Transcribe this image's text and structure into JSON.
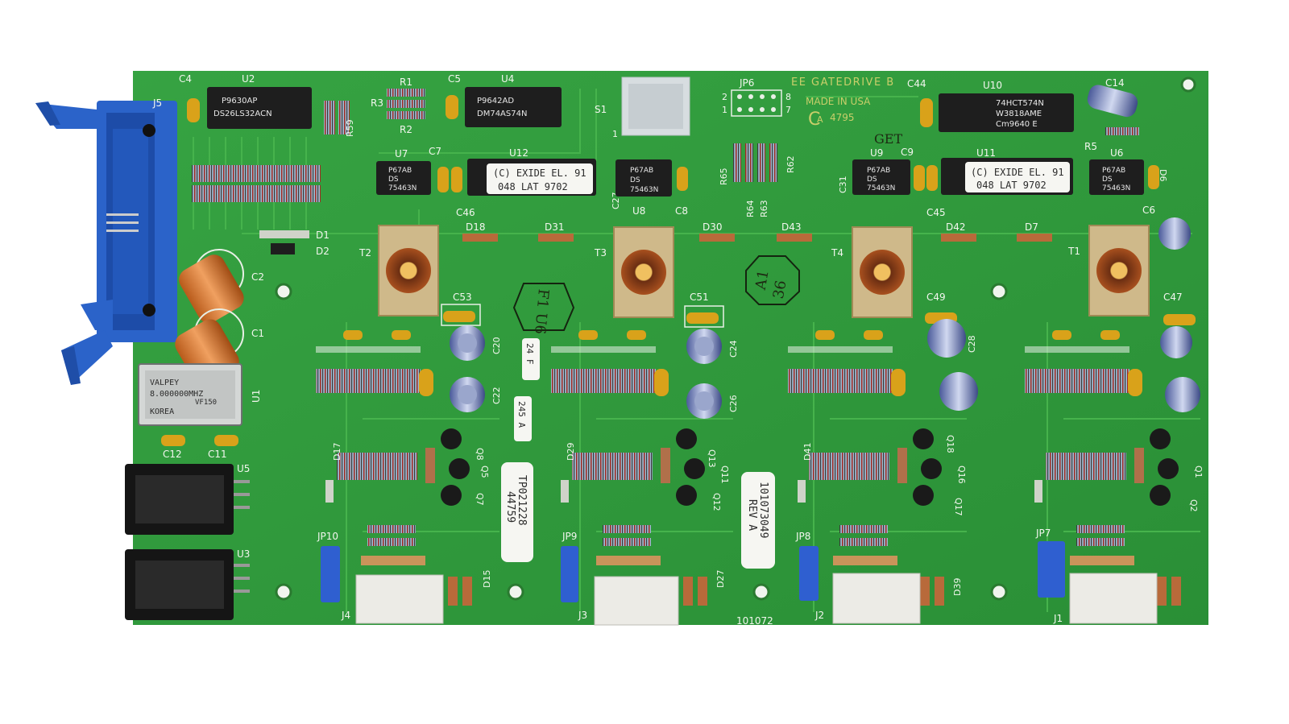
{
  "colors": {
    "board": "#2f9a3a",
    "board_dark": "#247a2d",
    "trace": "#3fae46",
    "chip": "#1e1e1e",
    "connector_blue": "#2b63c9",
    "jumper_blue": "#2f5fd0",
    "cap_yellow": "#d9a21a",
    "cap_orange": "#d8772a",
    "connector_white": "#ecebe6"
  },
  "board": {
    "title": "EE GATEDRIVE B",
    "made_in": "MADE IN USA",
    "ul_code": "4795",
    "serial": "101072",
    "extra_mark": "GET"
  },
  "stickers": [
    {
      "line1": "(C) EXIDE EL. 91",
      "line2": "048 LAT 9702"
    },
    {
      "line1": "(C) EXIDE EL. 91",
      "line2": "048 LAT 9702"
    },
    {
      "line1": "TP021228",
      "line2": "44759"
    },
    {
      "line1": "101073049",
      "line2": "REV A"
    },
    {
      "line1": "24 F",
      "line2": ""
    },
    {
      "line1": "245 A",
      "line2": ""
    }
  ],
  "handwritten": {
    "stamp_left": "F1 U6",
    "stamp_right_1": "A1",
    "stamp_right_2": "36"
  },
  "chips": {
    "u2": {
      "ref": "U2",
      "line1": "P9630AP",
      "line2": "DS26LS32ACN"
    },
    "u4": {
      "ref": "U4",
      "line1": "P9642AD",
      "line2": "DM74AS74N"
    },
    "u10": {
      "ref": "U10",
      "line1": "74HCT574N",
      "line2": "W3818AME",
      "line3": "Cm9640 E"
    },
    "u7": {
      "ref": "U7",
      "line1": "P67AB",
      "line2": "DS",
      "line3": "75463N"
    },
    "u8": {
      "ref": "U8",
      "line1": "P67AB",
      "line2": "DS",
      "line3": "75463N"
    },
    "u9": {
      "ref": "U9",
      "line1": "P67AB",
      "line2": "DS",
      "line3": "75463N"
    },
    "u6": {
      "ref": "U6",
      "line1": "P67AB",
      "line2": "DS",
      "line3": "75463N"
    },
    "u12": {
      "ref": "U12"
    },
    "u11": {
      "ref": "U11"
    }
  },
  "crystal": {
    "ref": "U1",
    "line1": "VALPEY",
    "line2": "8.000000MHZ",
    "line3": "VF150",
    "line4": "KOREA"
  },
  "refdes": {
    "j5": "J5",
    "c4": "C4",
    "r1": "R1",
    "r2": "R2",
    "r3": "R3",
    "c5": "C5",
    "s1": "S1",
    "jp6": "JP6",
    "c44": "C44",
    "c14": "C14",
    "r5": "R5",
    "u5": "U5",
    "u3": "U3",
    "c2": "C2",
    "c1": "C1",
    "d1": "D1",
    "d2": "D2",
    "c12": "C12",
    "c11": "C11",
    "t2": "T2",
    "t3": "T3",
    "t4": "T4",
    "t1": "T1",
    "d18": "D18",
    "d31": "D31",
    "d30": "D30",
    "d43": "D43",
    "d42": "D42",
    "d7": "D7",
    "c53": "C53",
    "c51": "C51",
    "c49": "C49",
    "c47": "C47",
    "c7": "C7",
    "c46": "C46",
    "c27": "C27",
    "c8": "C8",
    "c31": "C31",
    "c9": "C9",
    "c45": "C45",
    "c6": "C6",
    "c20": "C20",
    "c22": "C22",
    "c24": "C24",
    "c26": "C26",
    "c28": "C28",
    "jp10": "JP10",
    "jp9": "JP9",
    "jp8": "JP8",
    "jp7": "JP7",
    "j4": "J4",
    "j3": "J3",
    "j2": "J2",
    "j1": "J1",
    "r59": "R59",
    "r65": "R65",
    "r62": "R62",
    "r64": "R64",
    "r63": "R63",
    "q8": "Q8",
    "q5": "Q5",
    "q7": "Q7",
    "q13": "Q13",
    "q11": "Q11",
    "q12": "Q12",
    "q18": "Q18",
    "q16": "Q16",
    "q17": "Q17",
    "q1": "Q1",
    "q2": "Q2",
    "d15": "D15",
    "d27": "D27",
    "d39": "D39",
    "d6": "D6",
    "d17": "D17",
    "d29": "D29",
    "d41": "D41",
    "jp6_pin1": "1",
    "jp6_pin2": "2",
    "jp6_pin7": "7",
    "jp6_pin8": "8",
    "hdr_pin1": "1"
  }
}
